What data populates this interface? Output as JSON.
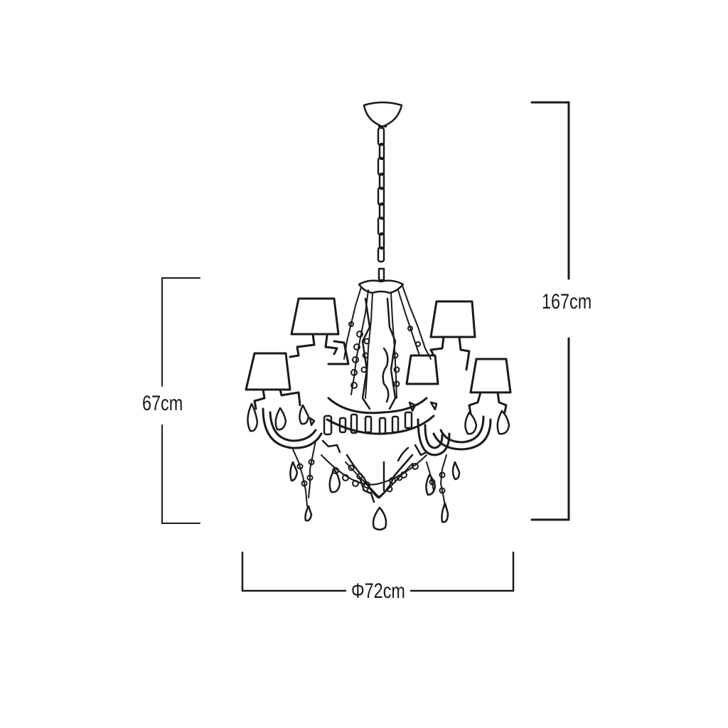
{
  "dimensions": {
    "total_height": "167cm",
    "body_height": "67cm",
    "diameter": "Φ72cm"
  },
  "colors": {
    "line": "#1a1a1a",
    "background": "#ffffff"
  }
}
